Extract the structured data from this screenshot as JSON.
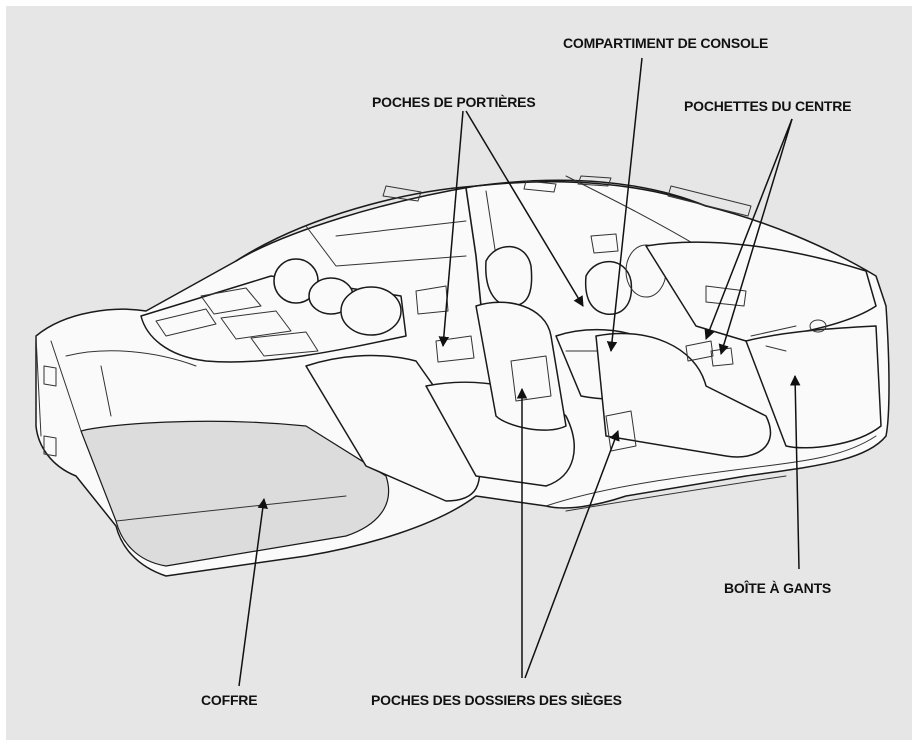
{
  "labels": {
    "console_compartment": "COMPARTIMENT DE CONSOLE",
    "door_pockets": "POCHES DE PORTIÈRES",
    "center_pockets": "POCHETTES DU CENTRE",
    "glove_box": "BOÎTE À GANTS",
    "trunk": "COFFRE",
    "seatback_pockets": "POCHES DES DOSSIERS DES SIÈGES"
  }
}
